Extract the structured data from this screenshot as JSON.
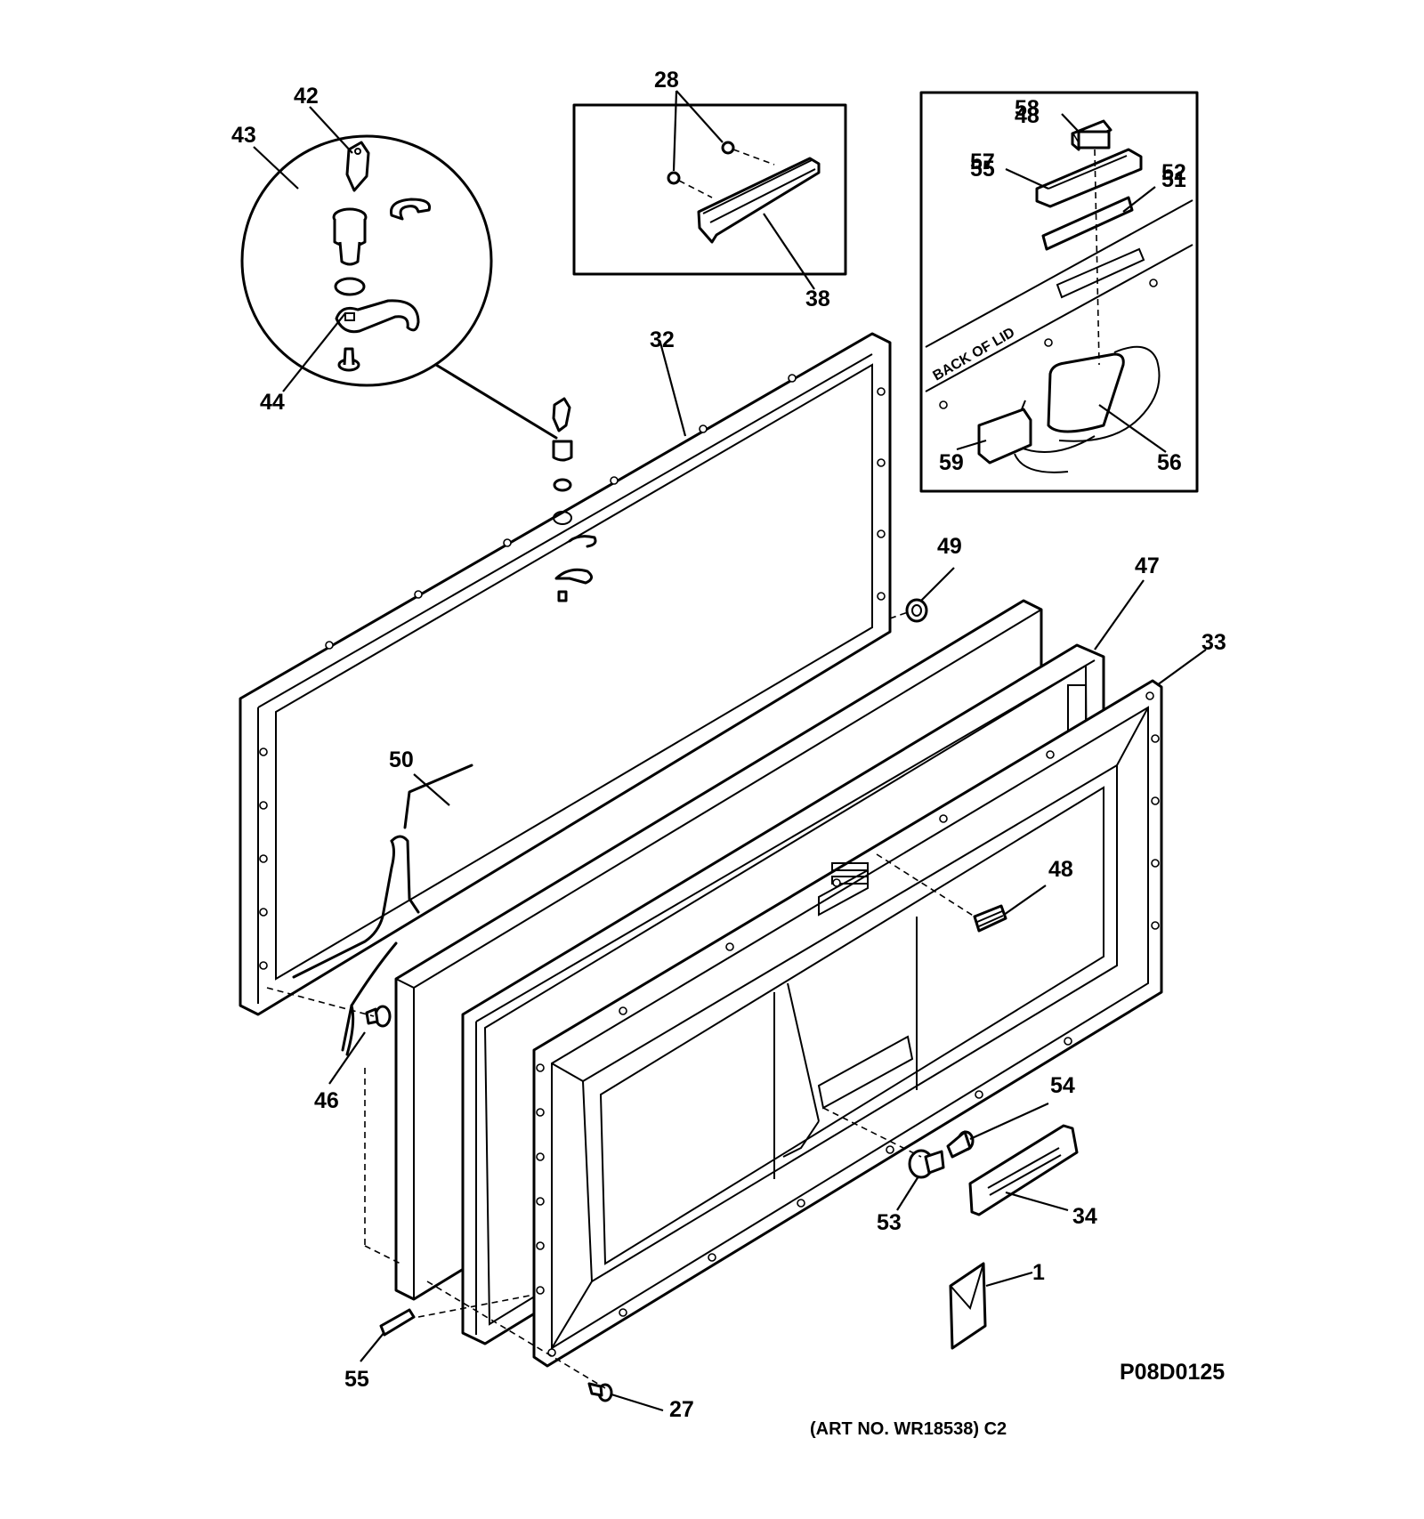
{
  "callouts": {
    "c42": "42",
    "c43": "43",
    "c44": "44",
    "c28": "28",
    "c38": "38",
    "c32": "32",
    "c4858": "48\n58",
    "c5557": "55\n57",
    "c5152": "51\n52",
    "c59": "59",
    "c56": "56",
    "c49": "49",
    "c47": "47",
    "c33": "33",
    "c50": "50",
    "c48": "48",
    "c46": "46",
    "c54": "54",
    "c34": "34",
    "c53": "53",
    "c1": "1",
    "c55": "55",
    "c27": "27"
  },
  "inset_label": "BACK OF LID",
  "diagram_code": "P08D0125",
  "art_number": "(ART NO. WR18538) C2"
}
